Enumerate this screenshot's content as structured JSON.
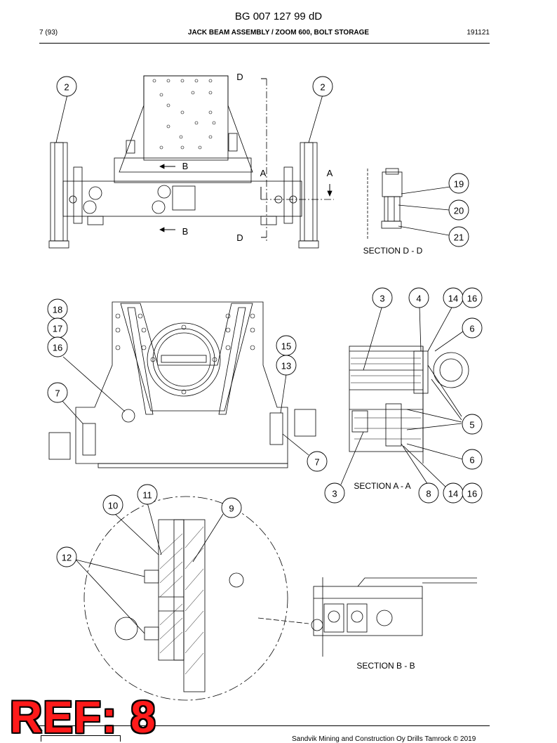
{
  "header": {
    "doc_number": "BG 007 127 99 dD",
    "page": "7 (93)",
    "title": "JACK BEAM ASSEMBLY / ZOOM 600, BOLT STORAGE",
    "date": "191121"
  },
  "callouts": {
    "top_left_2": "2",
    "top_right_2": "2",
    "c19": "19",
    "c20": "20",
    "c21": "21",
    "c18": "18",
    "c17": "17",
    "c16": "16",
    "c7_left": "7",
    "c15": "15",
    "c13": "13",
    "c7_right": "7",
    "c3_top": "3",
    "c4": "4",
    "c14_top": "14",
    "c16_top": "16",
    "c6_top": "6",
    "c5": "5",
    "c6_bottom": "6",
    "c3_bottom": "3",
    "c8": "8",
    "c14_bottom": "14",
    "c16_bottom": "16",
    "c11": "11",
    "c10": "10",
    "c9": "9",
    "c12": "12"
  },
  "section_marks": {
    "d_top": "D",
    "d_bottom": "D",
    "b_top": "B",
    "b_bottom": "B",
    "a_left": "A",
    "a_right": "A"
  },
  "section_labels": {
    "d": "SECTION D - D",
    "a": "SECTION A - A",
    "b": "SECTION B - B"
  },
  "ref_stamp": "REF: 8",
  "footer": "Sandvik Mining and Construction Oy Drills Tamrock © 2019"
}
